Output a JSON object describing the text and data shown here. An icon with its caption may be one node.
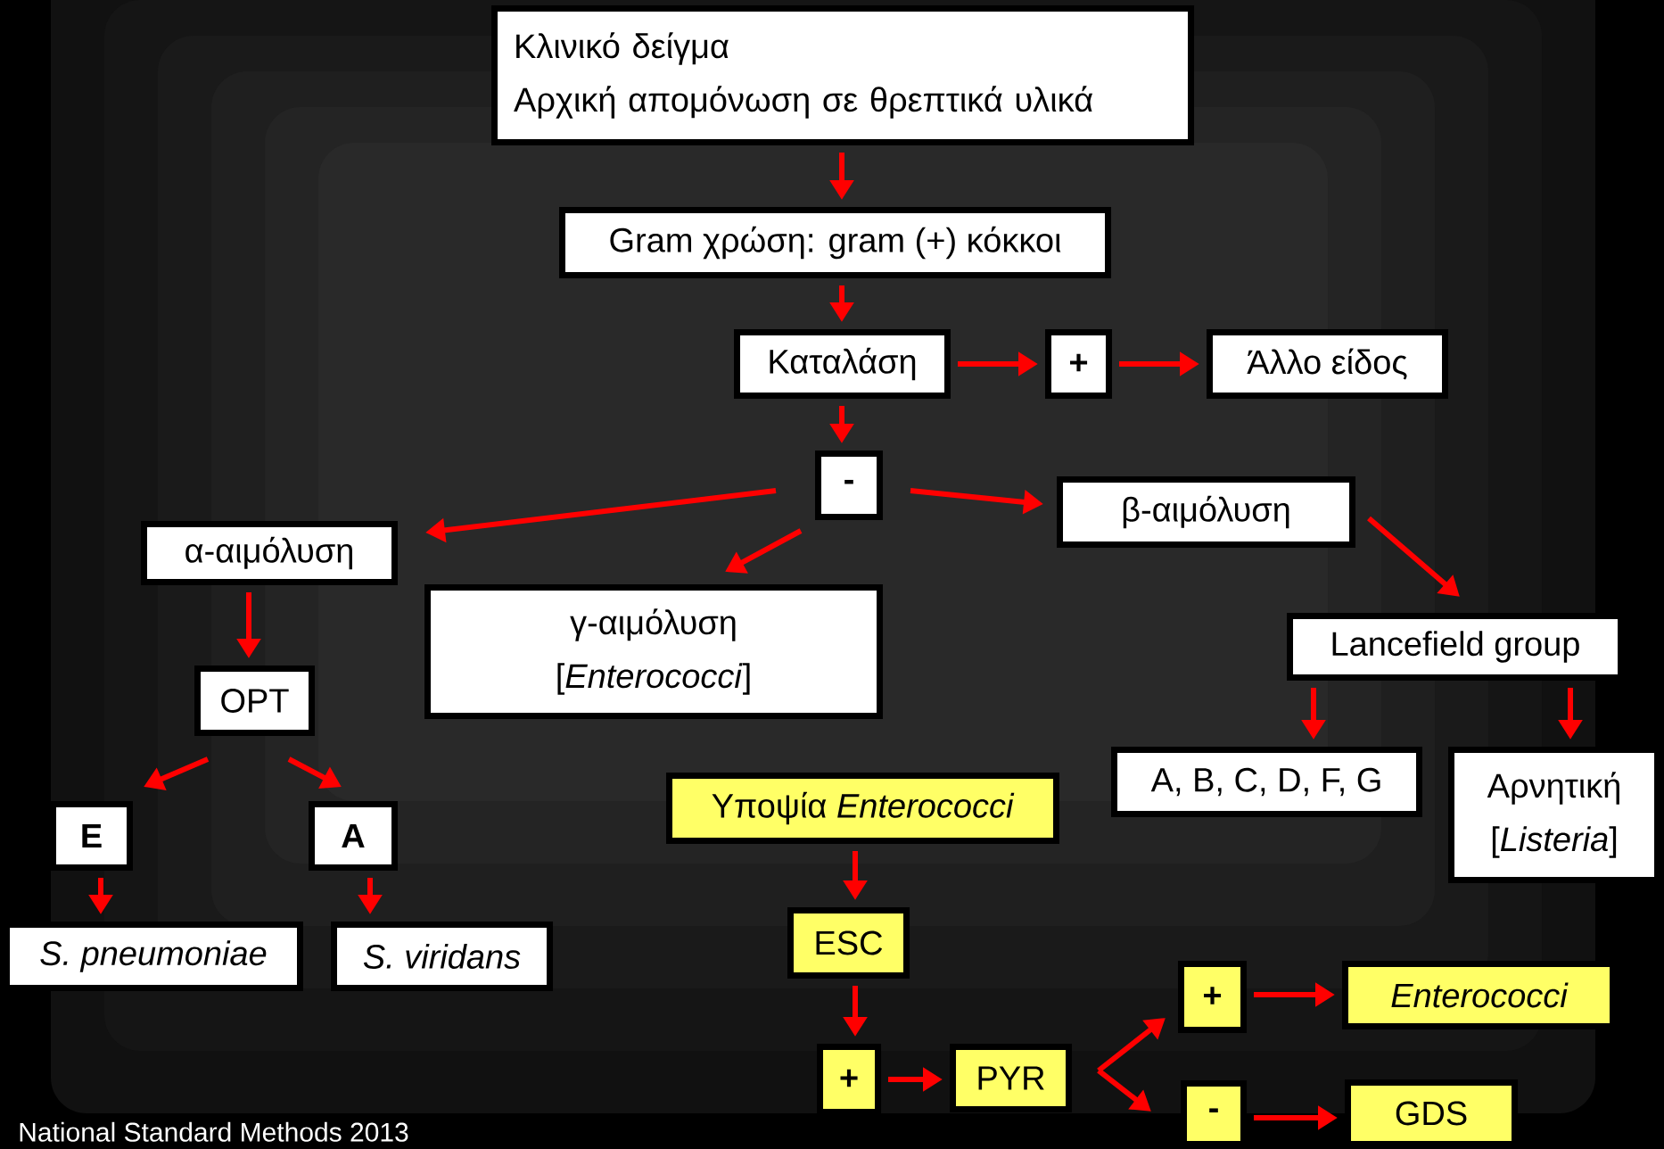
{
  "diagram": {
    "nodes": [
      {
        "text": [
          "Κλινικό δείγμα",
          "Αρχική απομόνωση σε θρεπτικά υλικά"
        ]
      },
      {
        "text": [
          "Gram χρώση: gram (+) κόκκοι"
        ]
      },
      {
        "text": [
          "Καταλάση"
        ]
      },
      {
        "text": [
          "+"
        ]
      },
      {
        "text": [
          "Άλλο είδος"
        ]
      },
      {
        "text": [
          "-"
        ]
      },
      {
        "text": [
          "α-αιμόλυση"
        ]
      },
      {
        "text": [
          "γ-αιμόλυση",
          "[*Enterococci*]"
        ]
      },
      {
        "text": [
          "β-αιμόλυση"
        ]
      },
      {
        "text": [
          "Lancefield group"
        ]
      },
      {
        "text": [
          "OPT"
        ]
      },
      {
        "text": [
          "A, B, C, D, F, G"
        ]
      },
      {
        "text": [
          "Αρνητική",
          "[*Listeria*]"
        ]
      },
      {
        "text": [
          "Υποψία *Enterococci*"
        ]
      },
      {
        "text": [
          "E"
        ]
      },
      {
        "text": [
          "A"
        ]
      },
      {
        "text": [
          "S. pneumoniae"
        ]
      },
      {
        "text": [
          "S. viridans"
        ]
      },
      {
        "text": [
          "ESC"
        ]
      },
      {
        "text": [
          "+"
        ]
      },
      {
        "text": [
          "PYR"
        ]
      },
      {
        "text": [
          "+"
        ]
      },
      {
        "text": [
          "Enterococci"
        ]
      },
      {
        "text": [
          "-"
        ]
      },
      {
        "text": [
          "GDS"
        ]
      }
    ],
    "edges": [
      {
        "from": 0,
        "to": 1,
        "arrow": "to"
      },
      {
        "from": 1,
        "to": 2,
        "arrow": "to"
      },
      {
        "from": 2,
        "to": 3,
        "arrow": "to"
      },
      {
        "from": 3,
        "to": 4,
        "arrow": "to"
      },
      {
        "from": 2,
        "to": 5,
        "arrow": "to"
      },
      {
        "from": 5,
        "to": 6,
        "arrow": "to"
      },
      {
        "from": 5,
        "to": 7,
        "arrow": "to"
      },
      {
        "from": 5,
        "to": 8,
        "arrow": "to"
      },
      {
        "from": 8,
        "to": 9,
        "arrow": "to"
      },
      {
        "from": 6,
        "to": 10,
        "arrow": "to"
      },
      {
        "from": 10,
        "to": 14,
        "arrow": "to"
      },
      {
        "from": 10,
        "to": 15,
        "arrow": "to"
      },
      {
        "from": 14,
        "to": 16,
        "arrow": "to"
      },
      {
        "from": 15,
        "to": 17,
        "arrow": "to"
      },
      {
        "from": 9,
        "to": 11,
        "arrow": "to"
      },
      {
        "from": 9,
        "to": 12,
        "arrow": "to"
      },
      {
        "from": 13,
        "to": 18,
        "arrow": "to"
      },
      {
        "from": 18,
        "to": 19,
        "arrow": "to"
      },
      {
        "from": 19,
        "to": 20,
        "arrow": "to"
      },
      {
        "from": 20,
        "to": 21,
        "arrow": "to"
      },
      {
        "from": 20,
        "to": 23,
        "arrow": "to"
      },
      {
        "from": 21,
        "to": 22,
        "arrow": "to"
      },
      {
        "from": 23,
        "to": 24,
        "arrow": "to"
      }
    ],
    "labels": [
      "National Standard Methods 2013"
    ]
  }
}
